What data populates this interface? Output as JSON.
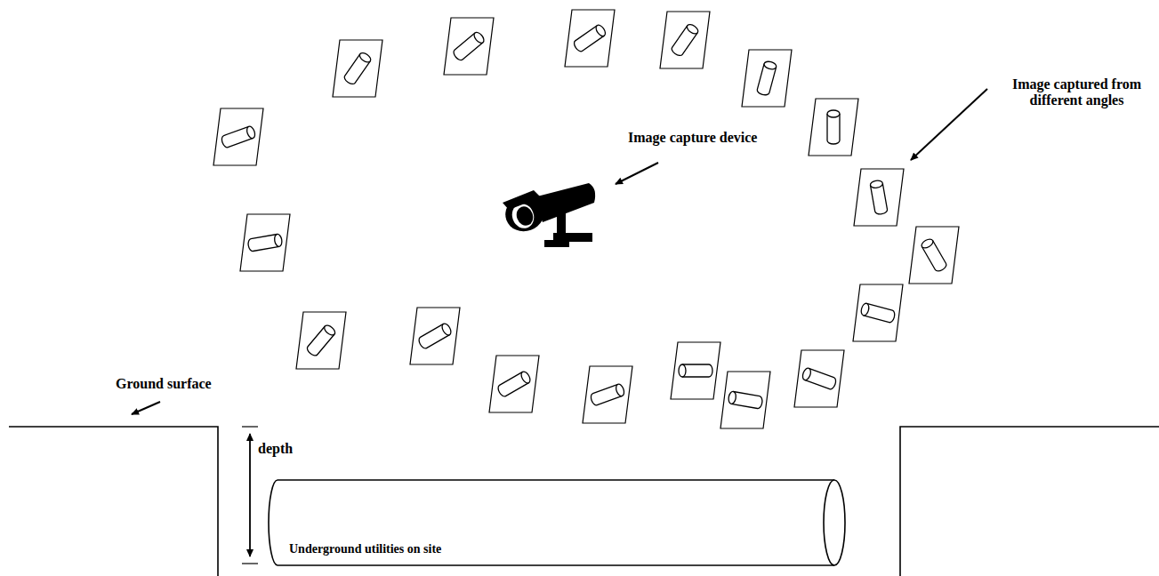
{
  "diagram": {
    "nodes": [
      {
        "text": [
          "Underground utilities on site"
        ]
      }
    ],
    "labels": [
      "Image captured from different angles",
      "Image capture device",
      "Ground surface",
      "depth"
    ]
  }
}
